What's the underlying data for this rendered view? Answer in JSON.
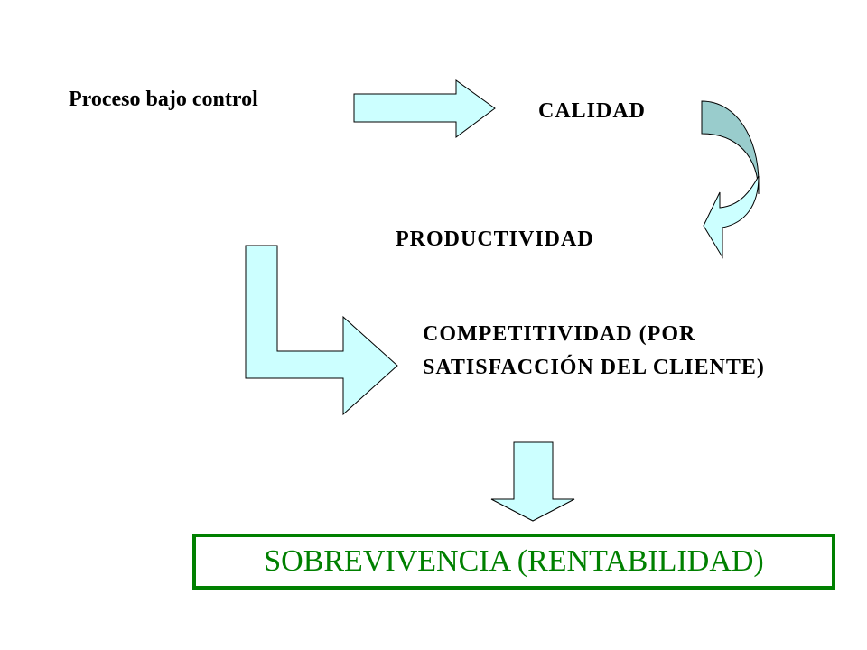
{
  "nodes": {
    "proceso": "Proceso bajo control",
    "calidad": "CALIDAD",
    "productividad": "PRODUCTIVIDAD",
    "competitividad": "COMPETITIVIDAD (POR SATISFACCIÓN DEL CLIENTE)",
    "resultado": "SOBREVIVENCIA (RENTABILIDAD)"
  },
  "colors": {
    "arrow_fill": "#ccffff",
    "curved_arrow_back": "#99cccc",
    "result_accent": "#008000",
    "text": "#000000"
  }
}
